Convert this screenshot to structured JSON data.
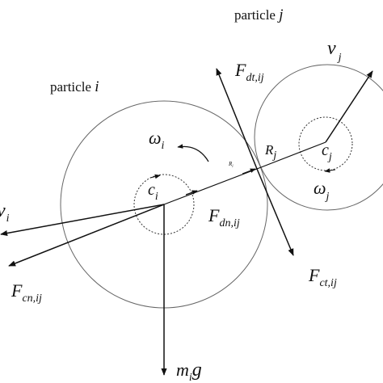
{
  "particle_i_label": {
    "word": "particle",
    "letter": "i"
  },
  "particle_j_label": {
    "word": "particle",
    "letter": "j"
  },
  "velocity_i": {
    "main": "v",
    "sub": "i"
  },
  "velocity_j": {
    "main": "v",
    "sub": "j"
  },
  "force_dt": {
    "main": "F",
    "sub": "dt,ij"
  },
  "force_dn": {
    "main": "F",
    "sub": "dn,ij"
  },
  "force_ct": {
    "main": "F",
    "sub": "ct,ij"
  },
  "force_cn": {
    "main": "F",
    "sub": "cn,ij"
  },
  "omega_i": {
    "main": "ω",
    "sub": "i"
  },
  "omega_j": {
    "main": "ω",
    "sub": "j"
  },
  "center_i": {
    "main": "c",
    "sub": "i"
  },
  "center_j": {
    "main": "c",
    "sub": "j"
  },
  "radius_j": {
    "main": "R",
    "sub": "j"
  },
  "radius_i_small": {
    "main": "R",
    "sub": "i"
  },
  "gravity": {
    "main": "m",
    "sub": "i",
    "tail": "g"
  },
  "colors": {
    "ink": "#111111",
    "circle": "#666666"
  }
}
